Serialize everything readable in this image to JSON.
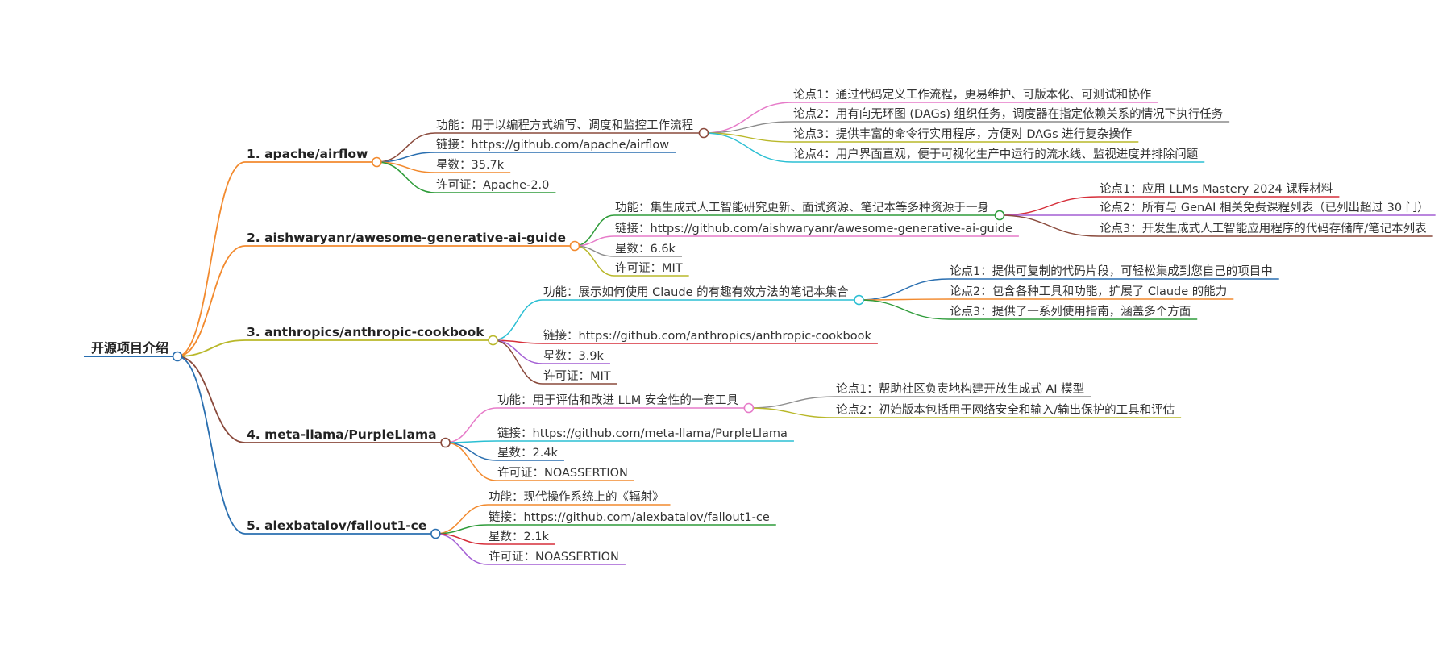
{
  "root": {
    "label": "开源项目介绍",
    "color": "#2a6fb0"
  },
  "branches": [
    {
      "id": "airflow",
      "label": "1. apache/airflow",
      "color": "#f28a2e",
      "children": [
        {
          "label": "功能：用于以编程方式编写、调度和监控工作流程",
          "color": "#8a4a3c",
          "children": [
            {
              "label": "论点1：通过代码定义工作流程，更易维护、可版本化、可测试和协作",
              "color": "#e67ac8"
            },
            {
              "label": "论点2：用有向无环图 (DAGs) 组织任务，调度器在指定依赖关系的情况下执行任务",
              "color": "#8c8c8c"
            },
            {
              "label": "论点3：提供丰富的命令行实用程序，方便对 DAGs 进行复杂操作",
              "color": "#b9b82a"
            },
            {
              "label": "论点4：用户界面直观，便于可视化生产中运行的流水线、监视进度并排除问题",
              "color": "#2bbfd3"
            }
          ]
        },
        {
          "label": "链接：https://github.com/apache/airflow",
          "color": "#2a6fb0"
        },
        {
          "label": "星数：35.7k",
          "color": "#f28a2e"
        },
        {
          "label": "许可证：Apache-2.0",
          "color": "#2f9c3a"
        }
      ]
    },
    {
      "id": "ai-guide",
      "label": "2. aishwaryanr/awesome-generative-ai-guide",
      "color": "#f28a2e",
      "children": [
        {
          "label": "功能：集生成式人工智能研究更新、面试资源、笔记本等多种资源于一身",
          "color": "#2f9c3a",
          "children": [
            {
              "label": "论点1：应用 LLMs Mastery 2024 课程材料",
              "color": "#d62f3a"
            },
            {
              "label": "论点2：所有与 GenAI 相关免费课程列表（已列出超过 30 门）",
              "color": "#a45fd4"
            },
            {
              "label": "论点3：开发生成式人工智能应用程序的代码存储库/笔记本列表",
              "color": "#8a4a3c"
            }
          ]
        },
        {
          "label": "链接：https://github.com/aishwaryanr/awesome-generative-ai-guide",
          "color": "#e67ac8"
        },
        {
          "label": "星数：6.6k",
          "color": "#8c8c8c"
        },
        {
          "label": "许可证：MIT",
          "color": "#b9b82a"
        }
      ]
    },
    {
      "id": "cookbook",
      "label": "3. anthropics/anthropic-cookbook",
      "color": "#b9b82a",
      "children": [
        {
          "label": "功能：展示如何使用 Claude 的有趣有效方法的笔记本集合",
          "color": "#2bbfd3",
          "children": [
            {
              "label": "论点1：提供可复制的代码片段，可轻松集成到您自己的项目中",
              "color": "#2a6fb0"
            },
            {
              "label": "论点2：包含各种工具和功能，扩展了 Claude 的能力",
              "color": "#f28a2e"
            },
            {
              "label": "论点3：提供了一系列使用指南，涵盖多个方面",
              "color": "#2f9c3a"
            }
          ]
        },
        {
          "label": "链接：https://github.com/anthropics/anthropic-cookbook",
          "color": "#d62f3a"
        },
        {
          "label": "星数：3.9k",
          "color": "#a45fd4"
        },
        {
          "label": "许可证：MIT",
          "color": "#8a4a3c"
        }
      ]
    },
    {
      "id": "purplellama",
      "label": "4. meta-llama/PurpleLlama",
      "color": "#8a4a3c",
      "children": [
        {
          "label": "功能：用于评估和改进 LLM 安全性的一套工具",
          "color": "#e67ac8",
          "children": [
            {
              "label": "论点1：帮助社区负责地构建开放生成式 AI 模型",
              "color": "#8c8c8c"
            },
            {
              "label": "论点2：初始版本包括用于网络安全和输入/输出保护的工具和评估",
              "color": "#b9b82a"
            }
          ]
        },
        {
          "label": "链接：https://github.com/meta-llama/PurpleLlama",
          "color": "#2bbfd3"
        },
        {
          "label": "星数：2.4k",
          "color": "#2a6fb0"
        },
        {
          "label": "许可证：NOASSERTION",
          "color": "#f28a2e"
        }
      ]
    },
    {
      "id": "fallout",
      "label": "5. alexbatalov/fallout1-ce",
      "color": "#2a6fb0",
      "children": [
        {
          "label": "功能：现代操作系统上的《辐射》",
          "color": "#f28a2e"
        },
        {
          "label": "链接：https://github.com/alexbatalov/fallout1-ce",
          "color": "#2f9c3a"
        },
        {
          "label": "星数：2.1k",
          "color": "#d62f3a"
        },
        {
          "label": "许可证：NOASSERTION",
          "color": "#a45fd4"
        }
      ]
    }
  ]
}
